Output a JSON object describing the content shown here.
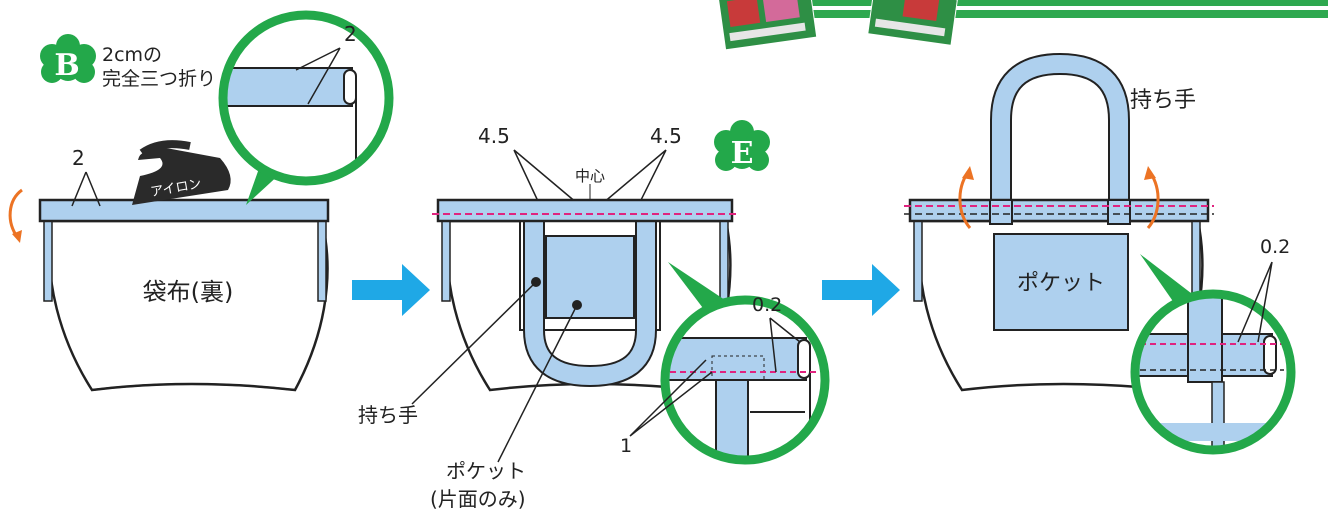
{
  "colors": {
    "fabric_blue": "#aed0ee",
    "green": "#23a84a",
    "arrow_blue": "#1fa8e6",
    "stitch_pink": "#e0237f",
    "orange": "#ec7324",
    "outline": "#222222"
  },
  "step_b": {
    "badge_letter": "B",
    "instruction_line1": "2cmの",
    "instruction_line2": "完全三つ折り",
    "iron_label": "アイロン",
    "fold_width": "2",
    "zoom_fold_width": "2",
    "bag_label": "袋布(裏)"
  },
  "step_e": {
    "badge_letter": "E",
    "left_offset": "4.5",
    "right_offset": "4.5",
    "center_label": "中心",
    "stitch_offset": "0.2",
    "handle_overlap": "1",
    "handle_label": "持ち手",
    "pocket_label_line1": "ポケット",
    "pocket_label_line2": "(片面のみ)"
  },
  "step_final": {
    "handle_label": "持ち手",
    "pocket_label": "ポケット",
    "stitch_offset": "0.2"
  },
  "icons": [
    "clover-badge-icon",
    "iron-icon",
    "rotate-arrow-icon",
    "next-step-arrow-icon",
    "book-cover-icon"
  ]
}
